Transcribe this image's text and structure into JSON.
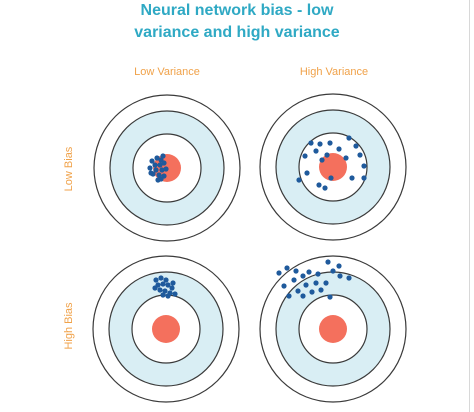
{
  "title_line1": "Neural network bias - low",
  "title_line2": "variance and high variance",
  "columns": [
    "Low Variance",
    "High Variance"
  ],
  "rows": [
    "Low Bias",
    "High Bias"
  ],
  "colors": {
    "title": "#2fa9c4",
    "label": "#f0a24a",
    "ring_fill": "#d9eef4",
    "ring_stroke": "#3a3a3a",
    "bullseye": "#f4705d",
    "dots": "#1f5a9c"
  }
}
